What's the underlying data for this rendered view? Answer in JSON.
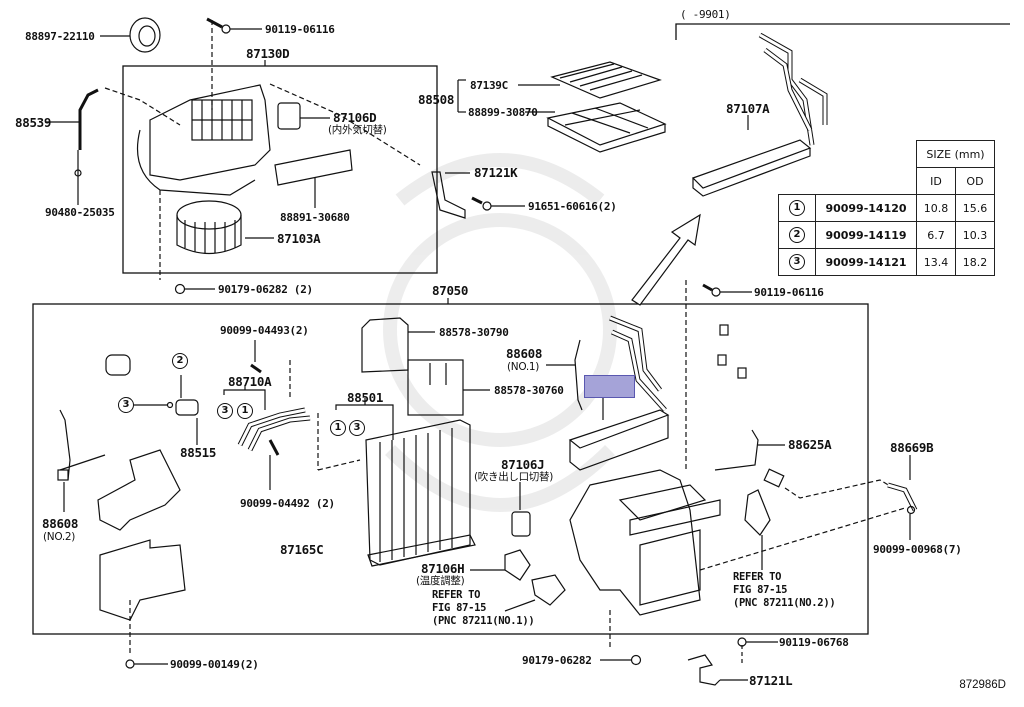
{
  "figure": {
    "id": "872986D",
    "date_range": "(      -9901)"
  },
  "labels": {
    "p88897_22110": "88897-22110",
    "p90119_06116_top": "90119-06116",
    "p87130D": "87130D",
    "p88539": "88539",
    "p87106D": "87106D",
    "p87106D_note": "(内外気切替)",
    "p88891_30680": "88891-30680",
    "p87103A": "87103A",
    "p90480_25035": "90480-25035",
    "p90179_06282_2": "90179-06282 (2)",
    "p88508": "88508",
    "p87139C": "87139C",
    "p88899_30870": "88899-30870",
    "p87121K": "87121K",
    "p91651_60616": "91651-60616(2)",
    "p87107A": "87107A",
    "p87050": "87050",
    "p90119_06116_mid": "90119-06116",
    "p90099_04493": "90099-04493(2)",
    "p88710A": "88710A",
    "p88578_30790": "88578-30790",
    "p88608_no1": "88608",
    "p88608_no1_note": "(NO.1)",
    "p88578_30760": "88578-30760",
    "p88501": "88501",
    "p88515": "88515",
    "p88625A": "88625A",
    "p88669B": "88669B",
    "p87106J": "87106J",
    "p87106J_note": "(吹き出し口切替)",
    "p88608_no2": "88608",
    "p88608_no2_note": "(NO.2)",
    "p90099_04492": "90099-04492 (2)",
    "p87165C": "87165C",
    "p87106H": "87106H",
    "p87106H_note": "(温度調整)",
    "refer_no1": "REFER TO\nFIG 87-15\n(PNC 87211(NO.1))",
    "refer_no2": "REFER TO\nFIG 87-15\n(PNC 87211(NO.2))",
    "p90099_00968": "90099-00968(7)",
    "p90099_00149": "90099-00149(2)",
    "p90179_06282": "90179-06282",
    "p90119_06768": "90119-06768",
    "p87121L": "87121L"
  },
  "callouts": {
    "c2": "2",
    "c3_left": "3",
    "c3_88710": "3",
    "c1_88710": "1",
    "c1_88501": "1",
    "c3_88501": "3"
  },
  "size_table": {
    "header": "SIZE (mm)",
    "col_id": "ID",
    "col_od": "OD",
    "rows": [
      {
        "idx": "1",
        "part": "90099-14120",
        "id": "10.8",
        "od": "15.6"
      },
      {
        "idx": "2",
        "part": "90099-14119",
        "id": "6.7",
        "od": "10.3"
      },
      {
        "idx": "3",
        "part": "90099-14121",
        "id": "13.4",
        "od": "18.2"
      }
    ]
  }
}
